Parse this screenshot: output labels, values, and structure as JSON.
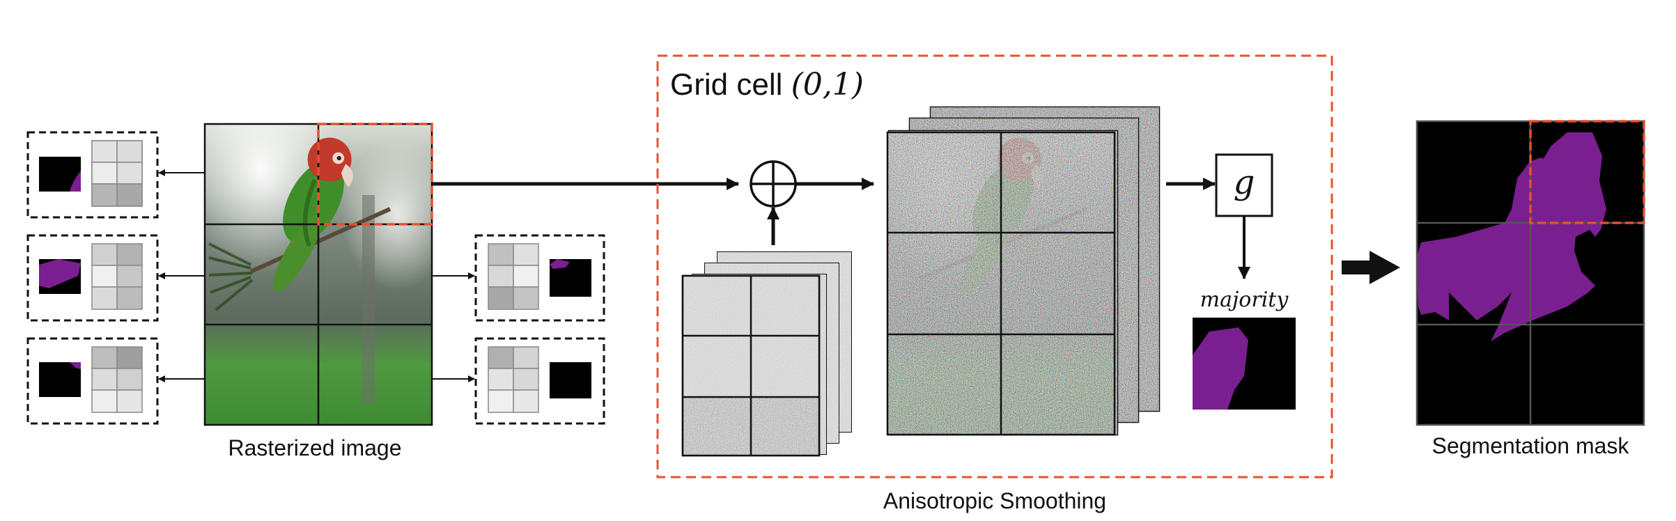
{
  "labels": {
    "rasterized": "Rasterized image",
    "grid_cell_text": "Grid cell ",
    "grid_cell_index": "(0,1)",
    "function_g": "g",
    "majority": "majority",
    "smoothing": "Anisotropic Smoothing",
    "segmentation": "Segmentation mask"
  },
  "colors": {
    "highlight": "#e8502e",
    "mask": "#7a1f8f",
    "mask_bg": "#000000",
    "grid_line": "#111111",
    "frame": "#111111"
  },
  "icons": {
    "combine": "circle-plus-icon",
    "arrow": "arrow-icon",
    "block_arrow": "block-arrow-icon"
  }
}
